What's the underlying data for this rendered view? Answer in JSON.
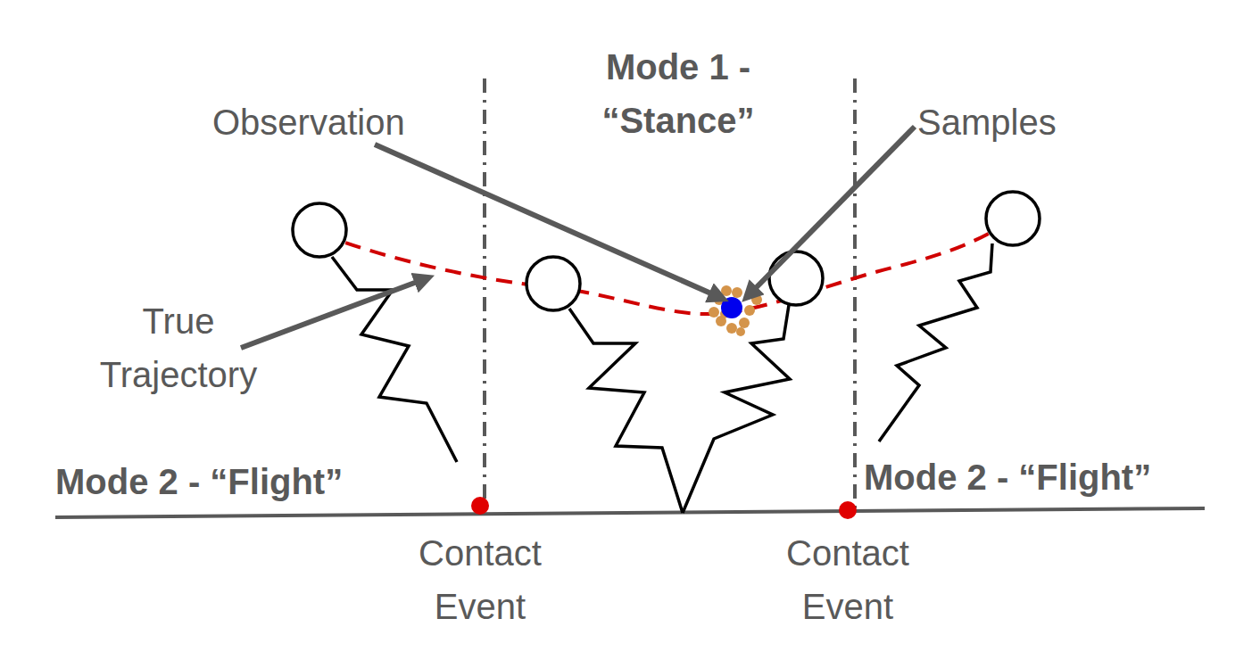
{
  "diagram": {
    "labels": [
      "Mode 1 - “Stance”",
      "Observation",
      "Samples",
      "True Trajectory",
      "Mode 2 - “Flight”",
      "Mode 2 - “Flight”",
      "Contact Event",
      "Contact Event"
    ]
  }
}
